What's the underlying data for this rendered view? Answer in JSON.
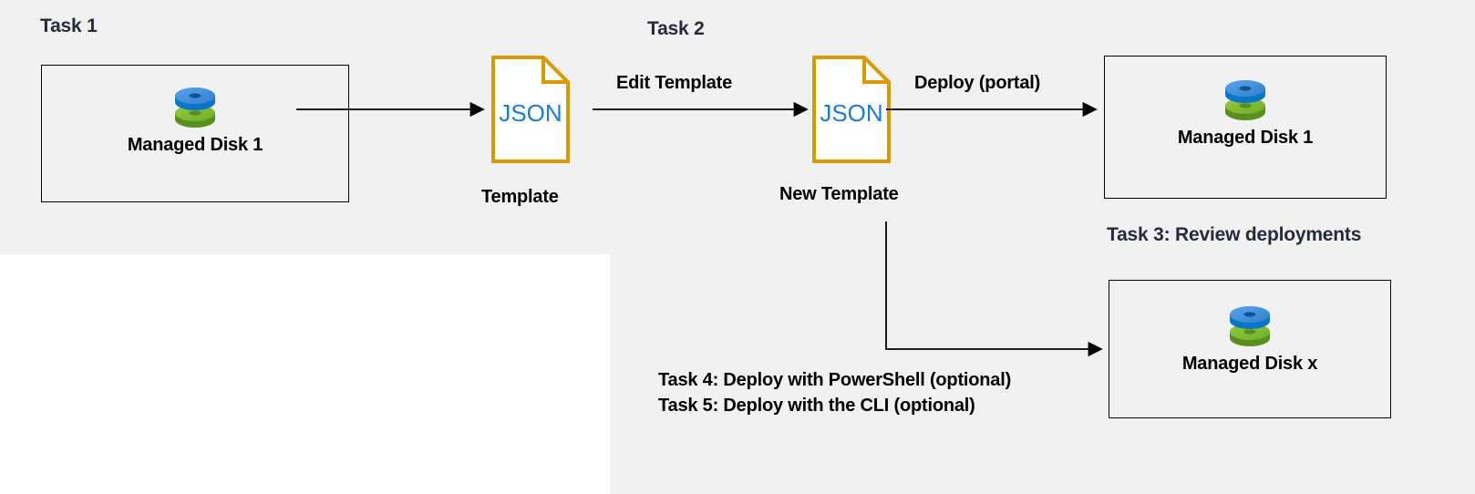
{
  "diagram": {
    "title_task1": "Task 1",
    "title_task2": "Task 2",
    "title_task3": "Task 3: Review deployments",
    "optional_task4": "Task 4: Deploy with PowerShell (optional)",
    "optional_task5": "Task 5: Deploy with the CLI (optional)"
  },
  "nodes": {
    "managed_disk_1_left": {
      "label": "Managed Disk 1",
      "icon": "managed-disk-icon"
    },
    "managed_disk_1_right": {
      "label": "Managed Disk 1",
      "icon": "managed-disk-icon"
    },
    "managed_disk_x": {
      "label": "Managed Disk x",
      "icon": "managed-disk-icon"
    },
    "template": {
      "doc_text": "JSON",
      "caption": "Template",
      "icon": "json-document-icon"
    },
    "new_template": {
      "doc_text": "JSON",
      "caption": "New Template",
      "icon": "json-document-icon"
    }
  },
  "edges": {
    "disk_to_template": "",
    "edit_template": "Edit Template",
    "deploy_portal": "Deploy (portal)",
    "deploy_scripted": ""
  },
  "colors": {
    "panel_background": "#f1f1f1",
    "page_background": "#ffffff",
    "heading_text": "#252b38",
    "body_text": "#000000",
    "json_border": "#d79b00",
    "json_text": "#1a7fd4",
    "disk_blue": "#3c8fdc",
    "disk_blue_dark": "#0b75c8",
    "disk_green": "#7cba2f",
    "disk_green_dark": "#5a8f1e",
    "connector": "#000000"
  }
}
